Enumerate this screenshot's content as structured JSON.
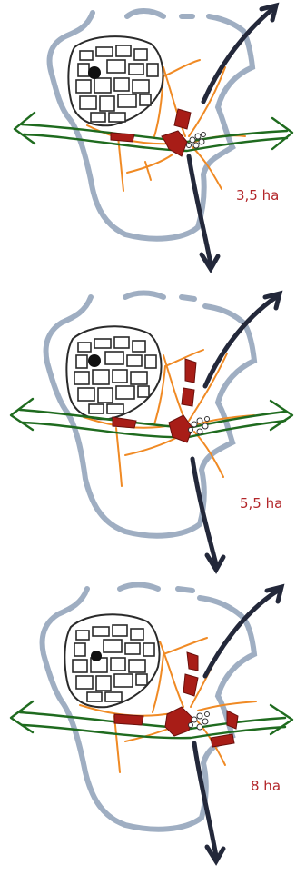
{
  "colors": {
    "boundary": "#7f93ad",
    "green_axis": "#1f6b1f",
    "orange_roads": "#f08a24",
    "dark_arrow": "#23283a",
    "red_blocks": "#a81d17",
    "label_red": "#b3262a",
    "city_outline": "#2a2a2a"
  },
  "panels": [
    {
      "label": "3,5 ha"
    },
    {
      "label": "5,5 ha"
    },
    {
      "label": "8 ha"
    }
  ]
}
